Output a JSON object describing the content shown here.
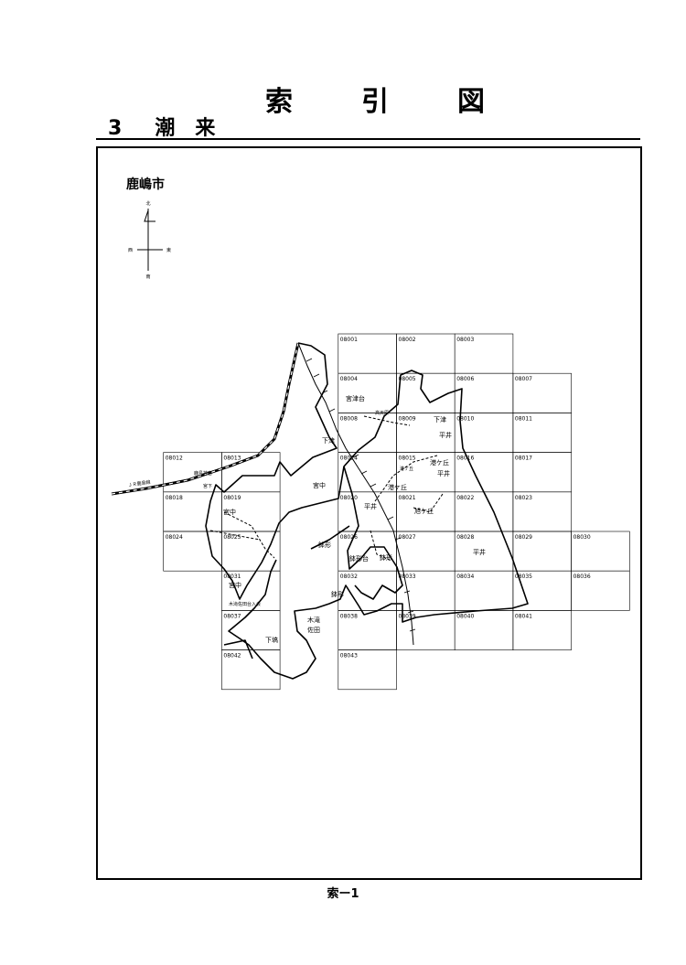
{
  "title_chars": [
    "索",
    "引",
    "図"
  ],
  "subtitle": {
    "number": "3",
    "chars": [
      "潮",
      "来"
    ]
  },
  "city_name": "鹿嶋市",
  "compass": {
    "north": "北",
    "south": "南",
    "east": "東",
    "west": "西"
  },
  "page_label": "索ー1",
  "grid_cells": [
    {
      "id": "08001",
      "col": 4,
      "row": 0
    },
    {
      "id": "08002",
      "col": 5,
      "row": 0
    },
    {
      "id": "08003",
      "col": 6,
      "row": 0
    },
    {
      "id": "08004",
      "col": 4,
      "row": 1
    },
    {
      "id": "08005",
      "col": 5,
      "row": 1
    },
    {
      "id": "08006",
      "col": 6,
      "row": 1
    },
    {
      "id": "08007",
      "col": 7,
      "row": 1
    },
    {
      "id": "08008",
      "col": 4,
      "row": 2
    },
    {
      "id": "08009",
      "col": 5,
      "row": 2
    },
    {
      "id": "08010",
      "col": 6,
      "row": 2
    },
    {
      "id": "08011",
      "col": 7,
      "row": 2
    },
    {
      "id": "08012",
      "col": 1,
      "row": 3
    },
    {
      "id": "08013",
      "col": 2,
      "row": 3
    },
    {
      "id": "08014",
      "col": 4,
      "row": 3
    },
    {
      "id": "08015",
      "col": 5,
      "row": 3
    },
    {
      "id": "08016",
      "col": 6,
      "row": 3
    },
    {
      "id": "08017",
      "col": 7,
      "row": 3
    },
    {
      "id": "08018",
      "col": 1,
      "row": 4
    },
    {
      "id": "08019",
      "col": 2,
      "row": 4
    },
    {
      "id": "08020",
      "col": 4,
      "row": 4
    },
    {
      "id": "08021",
      "col": 5,
      "row": 4
    },
    {
      "id": "08022",
      "col": 6,
      "row": 4
    },
    {
      "id": "08023",
      "col": 7,
      "row": 4
    },
    {
      "id": "08024",
      "col": 1,
      "row": 5
    },
    {
      "id": "08025",
      "col": 2,
      "row": 5
    },
    {
      "id": "08026",
      "col": 4,
      "row": 5
    },
    {
      "id": "08027",
      "col": 5,
      "row": 5
    },
    {
      "id": "08028",
      "col": 6,
      "row": 5
    },
    {
      "id": "08029",
      "col": 7,
      "row": 5
    },
    {
      "id": "08030",
      "col": 8,
      "row": 5
    },
    {
      "id": "08031",
      "col": 2,
      "row": 6
    },
    {
      "id": "08032",
      "col": 4,
      "row": 6
    },
    {
      "id": "08033",
      "col": 5,
      "row": 6
    },
    {
      "id": "08034",
      "col": 6,
      "row": 6
    },
    {
      "id": "08035",
      "col": 7,
      "row": 6
    },
    {
      "id": "08036",
      "col": 8,
      "row": 6
    },
    {
      "id": "08037",
      "col": 2,
      "row": 7
    },
    {
      "id": "08038",
      "col": 4,
      "row": 7
    },
    {
      "id": "08039",
      "col": 5,
      "row": 7
    },
    {
      "id": "08040",
      "col": 6,
      "row": 7
    },
    {
      "id": "08041",
      "col": 7,
      "row": 7
    },
    {
      "id": "08042",
      "col": 2,
      "row": 8
    },
    {
      "id": "08043",
      "col": 4,
      "row": 8
    }
  ],
  "place_labels": {
    "miyatsudai": "宮津台",
    "shimotsu_a": "下津",
    "shimotsu_b": "下津",
    "takamatsu": "高天原",
    "hirai_a": "平井",
    "hirai_b": "平井",
    "hirai_c": "平井",
    "hirai_d": "平井",
    "minatogaoka_a": "港ケ丘",
    "minatogaoka_b": "港ケ丘",
    "minatogaoka_c": "港ケ丘",
    "asahigaoka": "旭ケ丘",
    "miyanaka_a": "宮中",
    "miyanaka_b": "宮中",
    "miyanaka_c": "宮中",
    "miyashita": "宮下",
    "hachigata_a": "鉢形",
    "hachigata_b": "鉢形",
    "hachigata_c": "鉢形",
    "hachigatadai": "鉢形台",
    "kitaki": "木滝",
    "sata": "佐田",
    "shimobata": "下塙",
    "kitakisada_entrance": "木滝佐田台入会",
    "jr_line": "ＪＲ鹿島線",
    "kashima_jingu": "鹿島神宮"
  }
}
